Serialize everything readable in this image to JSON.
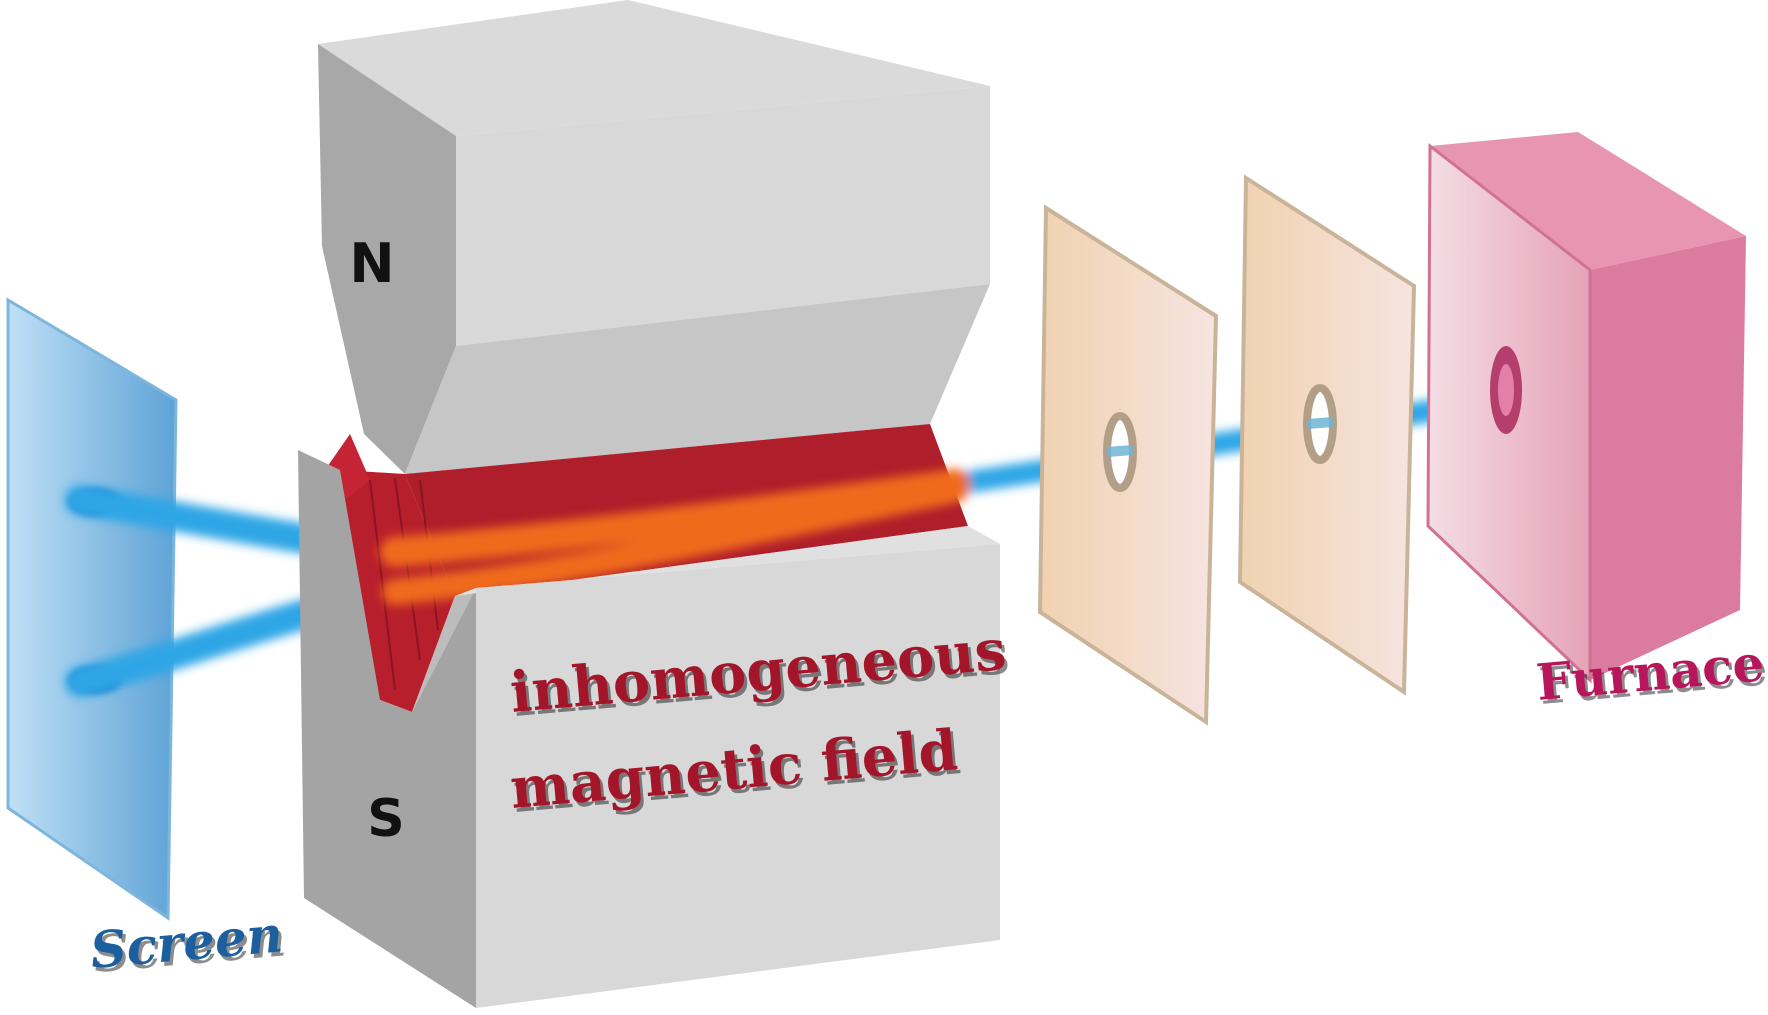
{
  "labels": {
    "screen": "Screen",
    "north_pole": "N",
    "south_pole": "S",
    "field_line1": "inhomogeneous",
    "field_line2": "magnetic field",
    "furnace": "Furnace"
  },
  "colors": {
    "screen_label": "#1e5f9e",
    "field_label": "#a3162b",
    "furnace_label": "#b8165a",
    "beam_blue": "#2fa6e6",
    "beam_orange": "#f06a1e",
    "field_red": "#ae1e2b",
    "magnet_gray": "#d3d3d3",
    "furnace_pink": "#dc7b9e",
    "aperture_tan": "#efd2b2"
  }
}
